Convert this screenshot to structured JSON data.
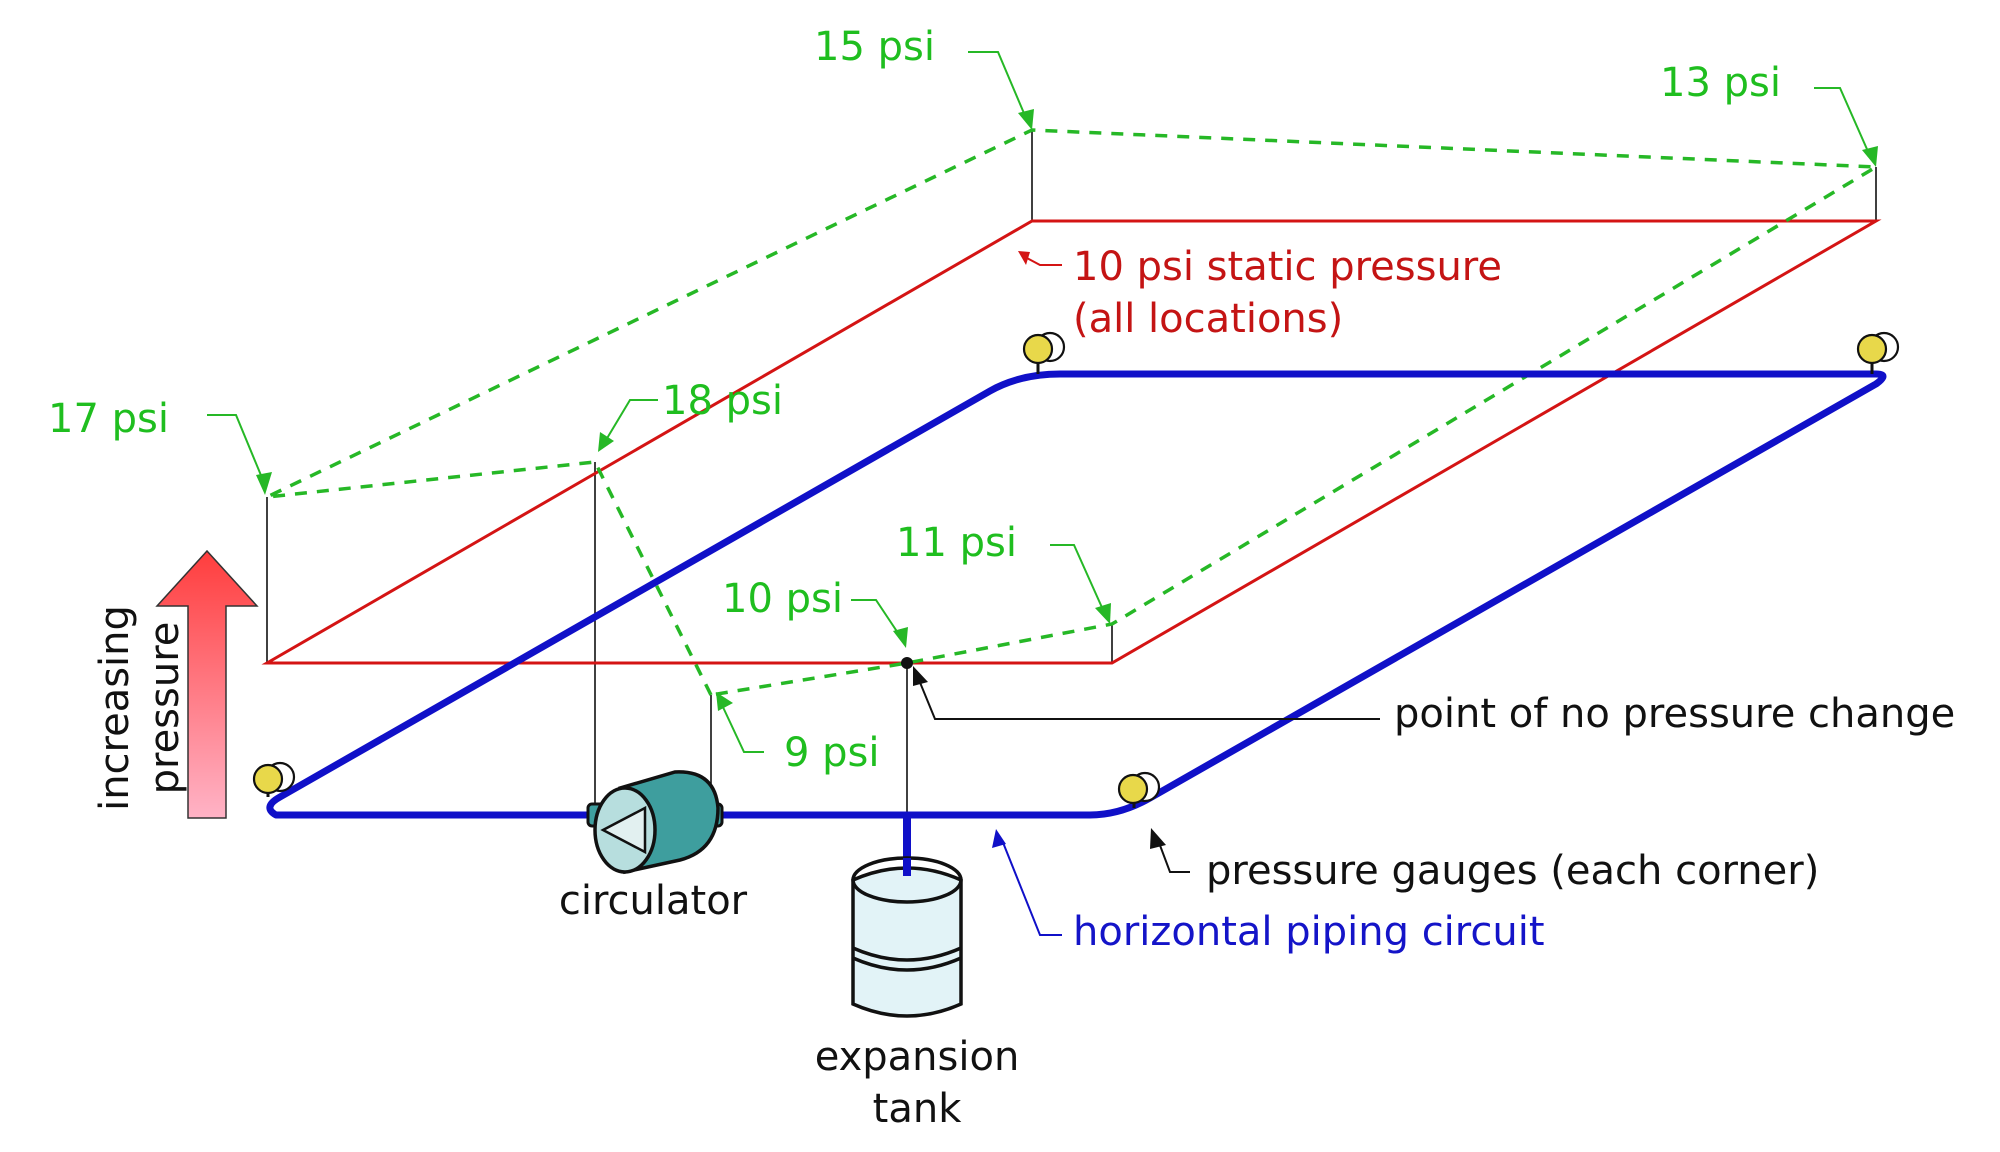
{
  "colors": {
    "pipe": "#1010c8",
    "static": "#d41414",
    "dynamic": "#26b826",
    "gauge": "#e8d84a",
    "circulator": "#3e9e9e",
    "tank": "#e2f3f7",
    "arrow_top": "#ff3d3d",
    "arrow_bottom": "#ffb3c6"
  },
  "pressures": [
    {
      "id": "p17",
      "text": "17 psi",
      "value": 17
    },
    {
      "id": "p15",
      "text": "15 psi",
      "value": 15
    },
    {
      "id": "p13",
      "text": "13 psi",
      "value": 13
    },
    {
      "id": "p18",
      "text": "18 psi",
      "value": 18
    },
    {
      "id": "p11",
      "text": "11 psi",
      "value": 11
    },
    {
      "id": "p10",
      "text": "10 psi",
      "value": 10
    },
    {
      "id": "p9",
      "text": "9 psi",
      "value": 9
    }
  ],
  "labels": {
    "static_line1": "10 psi static pressure",
    "static_line2": "(all locations)",
    "no_change": "point of no pressure change",
    "gauges": "pressure gauges (each corner)",
    "piping": "horizontal piping circuit",
    "circulator": "circulator",
    "tank_line1": "expansion",
    "tank_line2": "tank",
    "arrow_line1": "increasing",
    "arrow_line2": "pressure"
  }
}
